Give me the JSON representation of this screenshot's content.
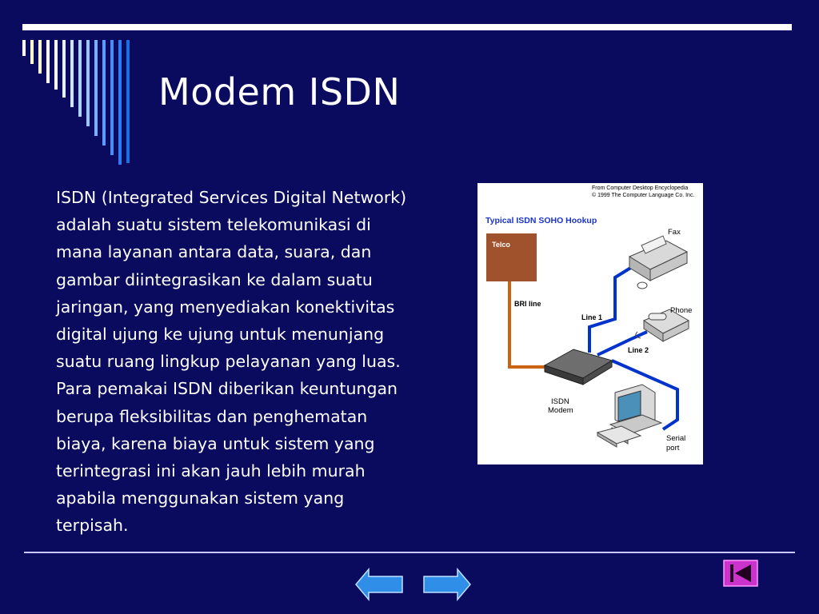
{
  "slide": {
    "title": "Modem ISDN",
    "body_lines": [
      "ISDN (Integrated Services Digital Network)",
      "adalah suatu sistem telekomunikasi di",
      "mana layanan antara data, suara, dan",
      "gambar diintegrasikan ke dalam suatu",
      "jaringan, yang menyediakan konektivitas",
      "digital ujung ke ujung untuk menunjang",
      "suatu ruang lingkup pelayanan yang luas.",
      "Para pemakai ISDN diberikan keuntungan",
      "berupa fleksibilitas dan penghematan",
      "biaya, karena biaya untuk sistem yang",
      "terintegrasi ini akan jauh lebih murah",
      "apabila menggunakan sistem yang",
      "terpisah."
    ]
  },
  "figure": {
    "source_line1": "From Computer Desktop Encyclopedia",
    "source_line2": "© 1999 The Computer Language Co. Inc.",
    "heading": "Typical ISDN SOHO Hookup",
    "telco": "Telco",
    "bri_line": "BRI line",
    "line1": "Line 1",
    "line2": "Line 2",
    "fax": "Fax",
    "phone": "Phone",
    "modem_l1": "ISDN",
    "modem_l2": "Modem",
    "serial_l1": "Serial",
    "serial_l2": "port"
  },
  "navigation": {
    "prev_icon": "arrow-left-icon",
    "next_icon": "arrow-right-icon",
    "first_icon": "skip-to-start-icon"
  },
  "colors": {
    "background": "#0a0a5e",
    "accent_blue": "#1a6fe0",
    "nav_arrow": "#2f8fe8",
    "nav_first": "#cc33cc",
    "telco_brown": "#a0522d",
    "cable_blue": "#0033cc",
    "cable_orange": "#c86414"
  }
}
